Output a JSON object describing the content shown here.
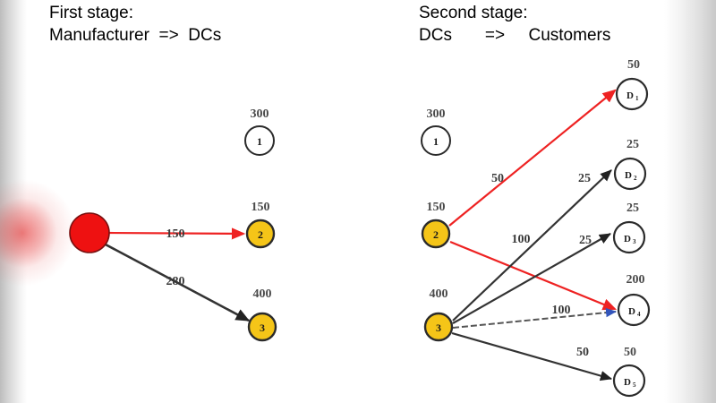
{
  "headings": {
    "first_stage_line1": "First stage:",
    "first_stage_line2": "Manufacturer  =>  DCs",
    "second_stage_line1": "Second stage:",
    "second_stage_line2": "DCs       =>     Customers"
  },
  "stage1": {
    "nodes": {
      "manufacturer": {
        "label": "",
        "supply": "",
        "color": "#ee1111"
      },
      "dc1": {
        "id": "1",
        "capacity": "300",
        "color": "#ffffff"
      },
      "dc2": {
        "id": "2",
        "capacity": "150",
        "color": "#f5c518"
      },
      "dc3": {
        "id": "3",
        "capacity": "400",
        "color": "#f5c518"
      }
    },
    "flows": [
      {
        "from": "manufacturer",
        "to": "2",
        "value": "150",
        "color": "#ee2222"
      },
      {
        "from": "manufacturer",
        "to": "3",
        "value": "280",
        "color": "#333333"
      }
    ]
  },
  "stage2": {
    "nodes": {
      "dc1": {
        "id": "1",
        "capacity": "300",
        "color": "#ffffff"
      },
      "dc2": {
        "id": "2",
        "capacity": "150",
        "color": "#f5c518"
      },
      "dc3": {
        "id": "3",
        "capacity": "400",
        "color": "#f5c518"
      }
    },
    "customers": [
      {
        "id": "D",
        "sub": "1",
        "demand": "50"
      },
      {
        "id": "D",
        "sub": "2",
        "demand": "25"
      },
      {
        "id": "D",
        "sub": "3",
        "demand": "25"
      },
      {
        "id": "D",
        "sub": "4",
        "demand": "200"
      },
      {
        "id": "D",
        "sub": "5",
        "demand": "50"
      }
    ],
    "flows": [
      {
        "from": "2",
        "to": "D1",
        "value": "50",
        "color": "#ee2222",
        "style": "solid"
      },
      {
        "from": "2",
        "to": "D4",
        "value": "100",
        "color": "#ee2222",
        "style": "solid"
      },
      {
        "from": "3",
        "to": "D2",
        "value": "25",
        "color": "#333333",
        "style": "solid"
      },
      {
        "from": "3",
        "to": "D3",
        "value": "25",
        "color": "#333333",
        "style": "solid"
      },
      {
        "from": "3",
        "to": "D4",
        "value": "100",
        "color": "#555555",
        "style": "dashed"
      },
      {
        "from": "3",
        "to": "D5",
        "value": "50",
        "color": "#333333",
        "style": "solid"
      }
    ]
  },
  "colors": {
    "dc_fill": "#f5c518",
    "manufacturer_fill": "#ee1111",
    "flow_red": "#ee2222",
    "flow_black": "#333333"
  }
}
